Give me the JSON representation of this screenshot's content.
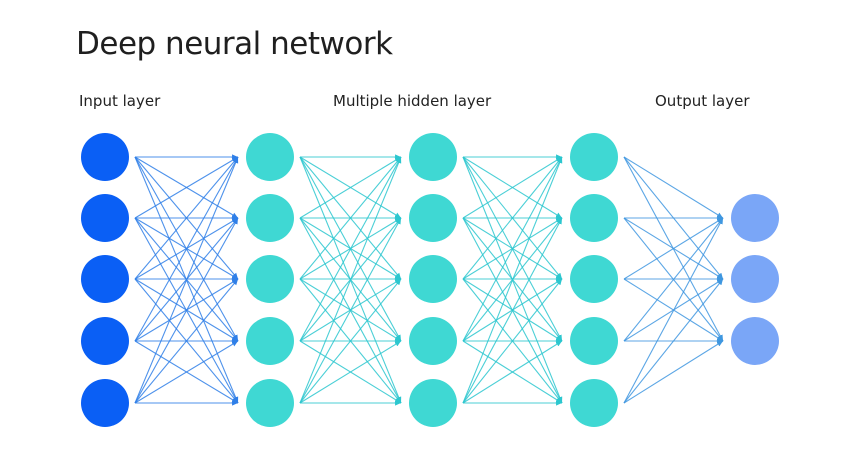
{
  "title": "Deep neural network",
  "labels": {
    "input": "Input layer",
    "hidden": "Multiple hidden layer",
    "output": "Output layer"
  },
  "network": {
    "layers": [
      {
        "role": "input",
        "nodes": 5
      },
      {
        "role": "hidden",
        "nodes": 5
      },
      {
        "role": "hidden",
        "nodes": 5
      },
      {
        "role": "hidden",
        "nodes": 5
      },
      {
        "role": "output",
        "nodes": 3
      }
    ],
    "connections": "fully-connected"
  },
  "colors": {
    "input_node": "#0a5ff5",
    "hidden_node": "#3fd8d3",
    "output_node": "#7aa6f7",
    "edge_input": "#2f7fe8",
    "edge_hidden": "#2cc7cf",
    "edge_output": "#3f97e0",
    "title": "#1f1f1f"
  }
}
